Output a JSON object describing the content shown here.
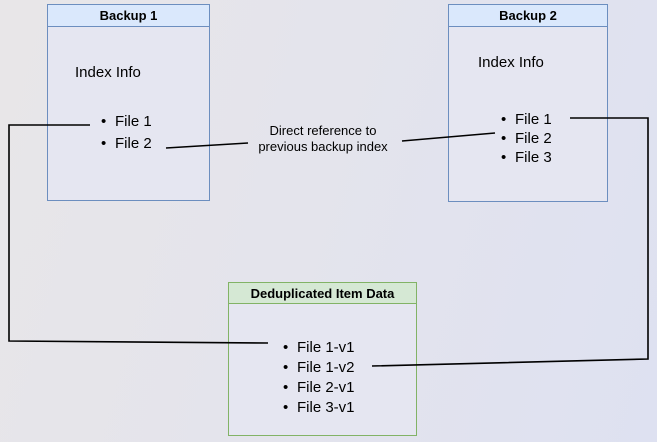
{
  "diagram": {
    "backup1": {
      "title": "Backup 1",
      "subtitle": "Index Info",
      "files": [
        "File 1",
        "File 2"
      ]
    },
    "backup2": {
      "title": "Backup 2",
      "subtitle": "Index Info",
      "files": [
        "File 1",
        "File 2",
        "File 3"
      ]
    },
    "dedup": {
      "title": "Deduplicated Item Data",
      "items": [
        "File 1-v1",
        "File 1-v2",
        "File 2-v1",
        "File 3-v1"
      ]
    },
    "annotation": {
      "line1": "Direct reference to",
      "line2": "previous backup index"
    },
    "colors": {
      "blue_border": "#6c8ebf",
      "blue_header_fill": "#dae8fc",
      "green_border": "#82b366",
      "green_header_fill": "#d5e8d4",
      "box_body_fill": "#e5e6f1",
      "arrow": "#000000",
      "background_left": "#e8e6e8",
      "background_right": "#dee1f1"
    }
  }
}
